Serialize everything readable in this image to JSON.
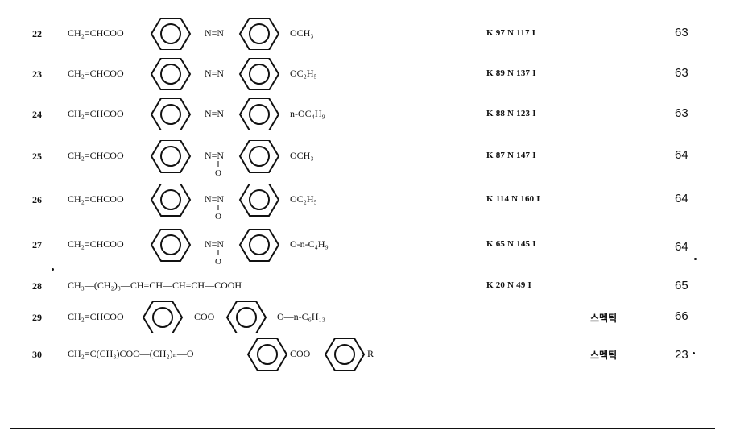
{
  "rows": [
    {
      "no": "22",
      "formula_left": "CH₂=CHCOO",
      "formula_mid": "N=N",
      "formula_right": "OCH₃",
      "substituent": "",
      "linker": "azo",
      "phase": "K 97 N 117 I",
      "mesophase": "",
      "ref": "63"
    },
    {
      "no": "23",
      "formula_left": "CH₂=CHCOO",
      "formula_mid": "N=N",
      "formula_right": "OC₂H₅",
      "substituent": "",
      "linker": "azo",
      "phase": "K 89 N 137 I",
      "mesophase": "",
      "ref": "63"
    },
    {
      "no": "24",
      "formula_left": "CH₂=CHCOO",
      "formula_mid": "N=N",
      "formula_right": "n-OC₄H₉",
      "substituent": "",
      "linker": "azo",
      "phase": "K 88 N 123 I",
      "mesophase": "",
      "ref": "63"
    },
    {
      "no": "25",
      "formula_left": "CH₂=CHCOO",
      "formula_mid": "N=N",
      "formula_right": "OCH₃",
      "substituent": "O",
      "linker": "azoxy",
      "phase": "K 87 N 147 I",
      "mesophase": "",
      "ref": "64"
    },
    {
      "no": "26",
      "formula_left": "CH₂=CHCOO",
      "formula_mid": "N=N",
      "formula_right": "OC₂H₅",
      "substituent": "O",
      "linker": "azoxy",
      "phase": "K 114 N 160 I",
      "mesophase": "",
      "ref": "64"
    },
    {
      "no": "27",
      "formula_left": "CH₂=CHCOO",
      "formula_mid": "N=N",
      "formula_right": "O-n-C₄H₉",
      "substituent": "O",
      "linker": "azoxy",
      "phase": "K 65 N 145 I",
      "mesophase": "",
      "ref": "64"
    },
    {
      "no": "28",
      "formula_text": "CH₃—(CH₂)₃—CH=CH—CH=CH—COOH",
      "phase": "K 20 N 49 I",
      "mesophase": "",
      "ref": "65"
    },
    {
      "no": "29",
      "formula_left": "CH₂=CHCOO",
      "formula_mid": "COO",
      "formula_right": "O—n-C₆H₁₃",
      "linker": "ester",
      "phase": "",
      "mesophase": "스멕틱",
      "ref": "66"
    },
    {
      "no": "30",
      "formula_left": "CH₂=C(CH₃)COO—(CH₂)ₙ—O",
      "formula_mid": "COO",
      "formula_right": "R",
      "linker": "ester3",
      "phase": "",
      "mesophase": "스멕틱",
      "ref": "23"
    }
  ]
}
